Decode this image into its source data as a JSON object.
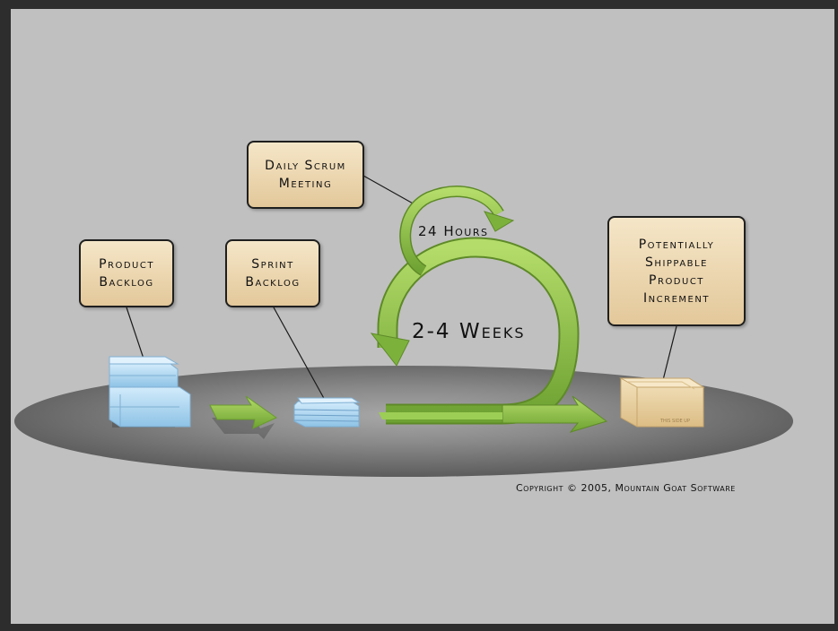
{
  "labels": {
    "product_backlog": "Product\nBacklog",
    "sprint_backlog": "Sprint\nBacklog",
    "daily_scrum": "Daily Scrum\nMeeting",
    "shippable_increment": "Potentially\nShippable\nProduct\nIncrement"
  },
  "cycles": {
    "daily": "24 Hours",
    "sprint": "2-4 Weeks"
  },
  "box_print": "THIS SIDE UP",
  "copyright": "Copyright © 2005, Mountain Goat Software",
  "colors": {
    "background": "#c0c0c0",
    "ellipse": "#6e6e6e",
    "arrow_green": "#8fc04a",
    "label_fill": "#ecd7b0",
    "backlog_blue": "#a9d2ee",
    "box_tan": "#e6c994"
  }
}
